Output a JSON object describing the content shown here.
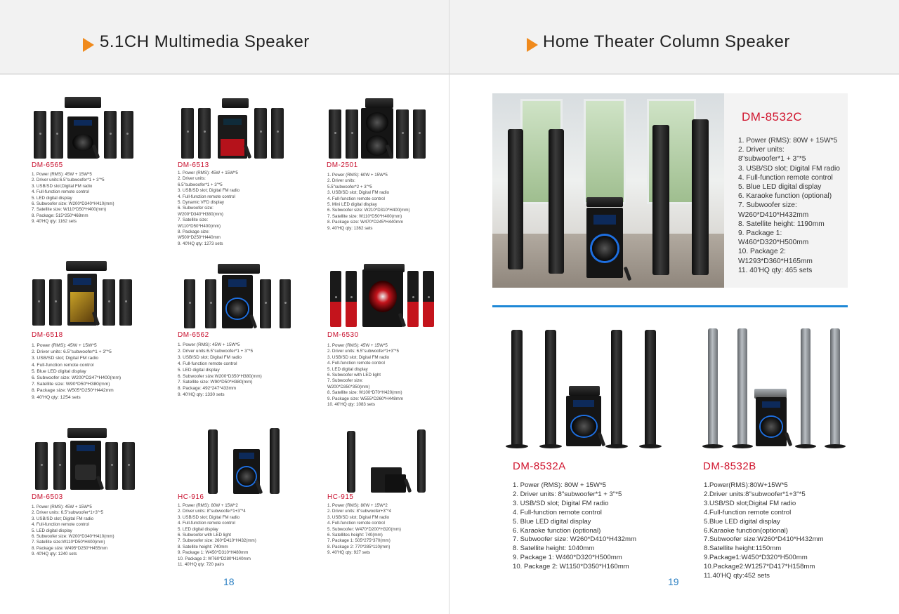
{
  "left_page": {
    "title": "5.1CH Multimedia Speaker",
    "page_number": "18",
    "products": [
      {
        "model": "DM-6565",
        "specs": [
          "1. Power (RMS): 45W + 15W*5",
          "2. Driver units:6.5\"subwoofer*1 + 3\"*5",
          "3. USB/SD slot;Digital FM radio",
          "4. Full-function remote control",
          "5. LED digital display",
          "6. Subwoofer size: W200*D340*H410(mm)",
          "7. Satellite size: W110*D50*H400(mm)",
          "8. Package: 515*250*468mm",
          "9. 40'HQ qty: 1162 sets"
        ]
      },
      {
        "model": "DM-6513",
        "specs": [
          "1. Power (RMS): 45W + 15W*5",
          "2. Driver units:\n   6.5\"subwoofer*1 + 3\"*5",
          "3. USB/SD slot; Digital FM radio",
          "4. Full-function remote control",
          "5. Dynamic VFD display",
          "6. Subwoofer size:\n   W200*D340*H380(mm)",
          "7. Satellite size:\n   W110*D50*H400(mm)",
          "8. Package size:\n   W500*D250*H440mm",
          "9. 40'HQ qty: 1273 sets"
        ]
      },
      {
        "model": "DM-2501",
        "specs": [
          "1. Power (RMS): 60W + 15W*5",
          "2. Driver units:\n   5.5\"subwoofer*2 + 3\"*5",
          "3. USB/SD slot; Digital FM radio",
          "4. Full-function remote control",
          "5. Mini LED digital display",
          "6. Subwoofer size: W210*D310*H400(mm)",
          "7. Satellite size: W110*D50*H400(mm)",
          "8. Package size: W470*D245*H440mm",
          "9. 40'HQ qty: 1362 sets"
        ]
      },
      {
        "model": "DM-6518",
        "specs": [
          "1. Power (RMS): 45W + 15W*5",
          "2. Driver units: 6.5\"subwoofer*1 + 3\"*5",
          "3. USB/SD slot; Digital FM radio",
          "4. Full-function remote control",
          "5. Blue LED digital display",
          "6. Subwoofer size: W200*D347*H400(mm)",
          "7. Satellite size: W90*D50*H380(mm)",
          "8. Package size: W505*D250*H442mm",
          "9. 40'HQ qty: 1254 sets"
        ]
      },
      {
        "model": "DM-6562",
        "specs": [
          "1. Power (RMS): 45W + 15W*5",
          "2. Driver units:6.5\"subwoofer*1 + 3\"*5",
          "3. USB/SD slot; Digital FM radio",
          "4. Full-function remote control",
          "5. LED digital display",
          "6. Subwoofer size:W200*D350*H380(mm)",
          "7. Satellite size: W90*D50*H380(mm)",
          "8. Package: 492*247*433mm",
          "9. 40'HQ qty: 1330 sets"
        ]
      },
      {
        "model": "DM-6530",
        "specs": [
          "1. Power (RMS): 45W + 15W*5",
          "2. Driver units: 6.5\"subwoofer*1+3\"*5",
          "3. USB/SD slot; Digital FM radio",
          "4. Full-function remote control",
          "5. LED digital display",
          "6. Subwoofer with LED light",
          "7. Subwoofer size:\nW200*D350*350(mm)",
          "8. Satellite size: W100*D70*H420(mm)",
          "9. Package size: W555*D260*H448mm",
          "10. 40'HQ qty: 1083 sets"
        ]
      },
      {
        "model": "DM-6503",
        "specs": [
          "1. Power (RMS): 45W + 15W*5",
          "2. Driver units: 6.5\"subwoofer*1+3\"*5",
          "3. USB/SD slot; Digital FM radio",
          "4. Full-function remote control",
          "5. LED digital display",
          "6. Subwoofer size: W200*D340*H410(mm)",
          "7. Satellite size:W110*D50*H400(mm)",
          "8. Package size: W495*D250*H455mm",
          "9. 40'HQ qty: 1240 sets"
        ]
      },
      {
        "model": "HC-916",
        "specs": [
          "1. Power (RMS): 80W + 15W*2",
          "2. Driver units: 8\"subwoofer*1+3\"*4",
          "3. USB/SD slot; Digital FM radio",
          "4. Full-function remote control",
          "5. LED digital display",
          "6. Subwoofer with LED light",
          "7. Subwoofer size: 260*D410*H432(mm)",
          "8. Satellite height: 740mm",
          "9. Package 1: W450*D310*H480mm",
          "10. Package 2: W760*D280*H140mm",
          "11. 40'HQ qty: 720 pairs"
        ]
      },
      {
        "model": "HC-915",
        "specs": [
          "1. Power (RMS): 80W + 15W*2",
          "2. Driver units: 8\"subwoofer+3\"*4",
          "3. USB/SD slot; Digital FM radio",
          "4. Full-function remote control",
          "5. Subwoofer: W470*D200*H320(mm)",
          "6. Satellites height: 740(mm)",
          "7. Package 1: 505*275*370(mm)",
          "8. Package 2: 770*285*110(mm)",
          "9. 40'HQ qty: 927 sets"
        ]
      }
    ]
  },
  "right_page": {
    "title": "Home Theater Column Speaker",
    "page_number": "19",
    "hero": {
      "model": "DM-8532C",
      "specs": [
        "1. Power (RMS): 80W + 15W*5",
        "2. Driver units:\n   8\"subwoofer*1 + 3\"*5",
        "3. USB/SD slot; Digital FM radio",
        "4. Full-function remote control",
        "5. Blue LED digital display",
        "6. Karaoke function (optional)",
        "7. Subwoofer size:\n   W260*D410*H432mm",
        "8. Satellite height: 1190mm",
        "9. Package 1:\n   W460*D320*H500mm",
        "10. Package 2:\n   W1293*D360*H165mm",
        "11. 40'HQ qty: 465 sets"
      ]
    },
    "products": [
      {
        "model": "DM-8532A",
        "specs": [
          "1. Power (RMS): 80W + 15W*5",
          "2. Driver units: 8\"subwoofer*1 + 3\"*5",
          "3. USB/SD slot; Digital FM radio",
          "4. Full-function remote control",
          "5. Blue LED digital display",
          "6. Karaoke function (optional)",
          "7. Subwoofer size: W260*D410*H432mm",
          "8. Satellite height: 1040mm",
          "9. Package 1: W460*D320*H500mm",
          "10. Package 2: W1150*D350*H160mm"
        ]
      },
      {
        "model": "DM-8532B",
        "specs": [
          "1.Power(RMS):80W+15W*5",
          "2.Driver units:8\"subwoofer*1+3\"*5",
          "3.USB/SD slot;Digital FM radio",
          "4.Full-function remote control",
          "5.Blue LED digital display",
          "6.Karaoke function(optional)",
          "7.Subwoofer size:W260*D410*H432mm",
          "8.Satellite height:1150mm",
          "9.Package1:W450*D320*H500mm",
          "10.Package2:W1257*D417*H158mm",
          "11.40'HQ qty:452 sets"
        ]
      }
    ]
  },
  "colors": {
    "accent_arrow": "#f08a1c",
    "model_red": "#c8102e",
    "page_number_blue": "#2a7fc2",
    "divider_blue": "#1e88d6"
  }
}
